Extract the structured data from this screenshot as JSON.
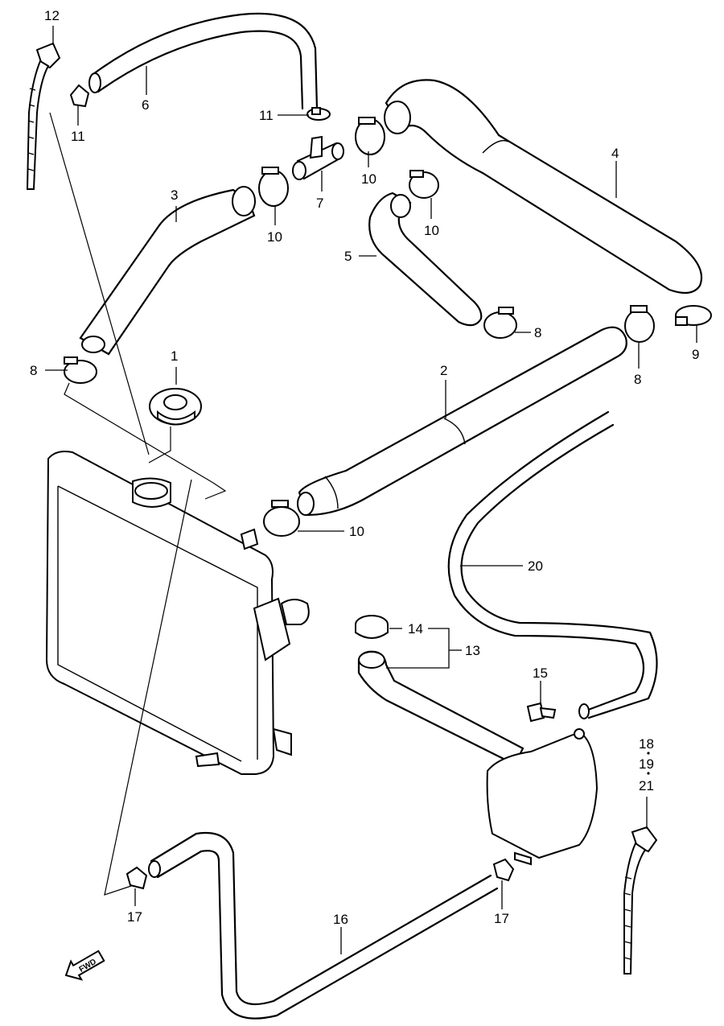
{
  "callouts": {
    "p1": "1",
    "p2": "2",
    "p3": "3",
    "p4": "4",
    "p5": "5",
    "p6": "6",
    "p7": "7",
    "p8a": "8",
    "p8b": "8",
    "p8c": "8",
    "p9": "9",
    "p10a": "10",
    "p10b": "10",
    "p10c": "10",
    "p10d": "10",
    "p11a": "11",
    "p11b": "11",
    "p12": "12",
    "p13": "13",
    "p14": "14",
    "p15": "15",
    "p16": "16",
    "p17a": "17",
    "p17b": "17",
    "p18": "18",
    "p19": "19",
    "p21": "21",
    "p20": "20"
  },
  "fwd_label": "FWD",
  "icons": {
    "direction": "forward-arrow-icon"
  }
}
